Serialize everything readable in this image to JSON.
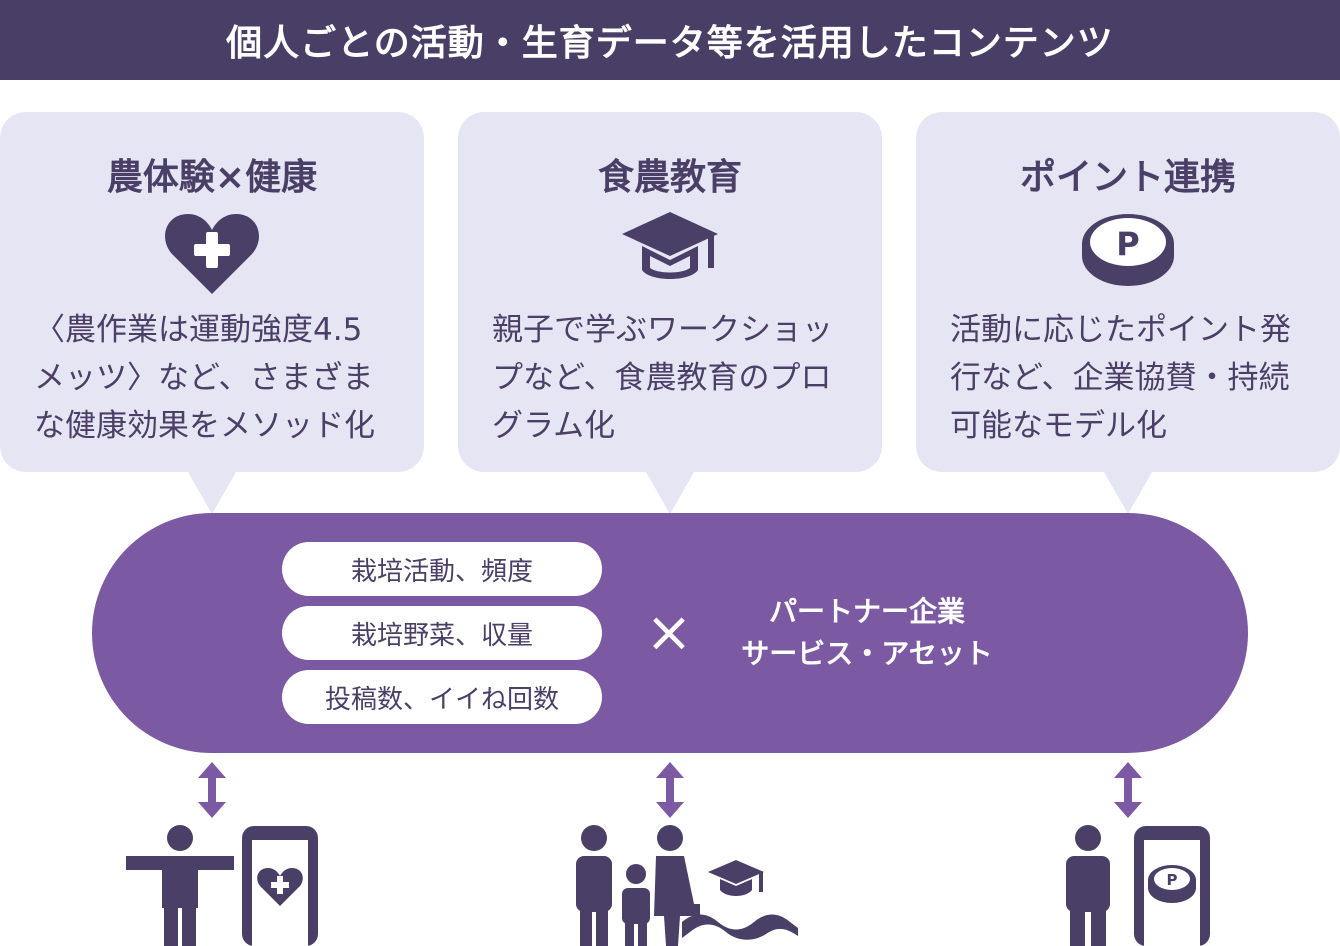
{
  "header": {
    "title": "個人ごとの活動・生育データ等を活用したコンテンツ"
  },
  "cards": [
    {
      "title": "農体験×健康",
      "icon": "heart-plus-icon",
      "lines": [
        "〈農作業は運動強度4.5",
        "メッツ〉など、さまざま",
        "な健康効果をメソッド化"
      ]
    },
    {
      "title": "食農教育",
      "icon": "graduation-cap-icon",
      "lines": [
        "親子で学ぶワークショッ",
        "プなど、食農教育のプロ",
        "グラム化"
      ]
    },
    {
      "title": "ポイント連携",
      "icon": "point-coin-icon",
      "coin_letter": "P",
      "lines": [
        "活動に応じたポイント発",
        "行など、企業協賛・持続",
        "可能なモデル化"
      ]
    }
  ],
  "data_pills": [
    "栽培活動、頻度",
    "栽培野菜、収量",
    "投稿数、イイね回数"
  ],
  "times_symbol": "×",
  "partner": {
    "line1": "パートナー企業",
    "line2": "サービス・アセット"
  },
  "bottom": {
    "coin_letter": "P",
    "icons": [
      "person-with-phone-heart-icon",
      "family-education-icon",
      "person-with-phone-point-icon"
    ]
  },
  "colors": {
    "header": "#493f66",
    "card": "#e6e5f3",
    "capsule": "#7b5aa3",
    "icon": "#4a3f66"
  }
}
